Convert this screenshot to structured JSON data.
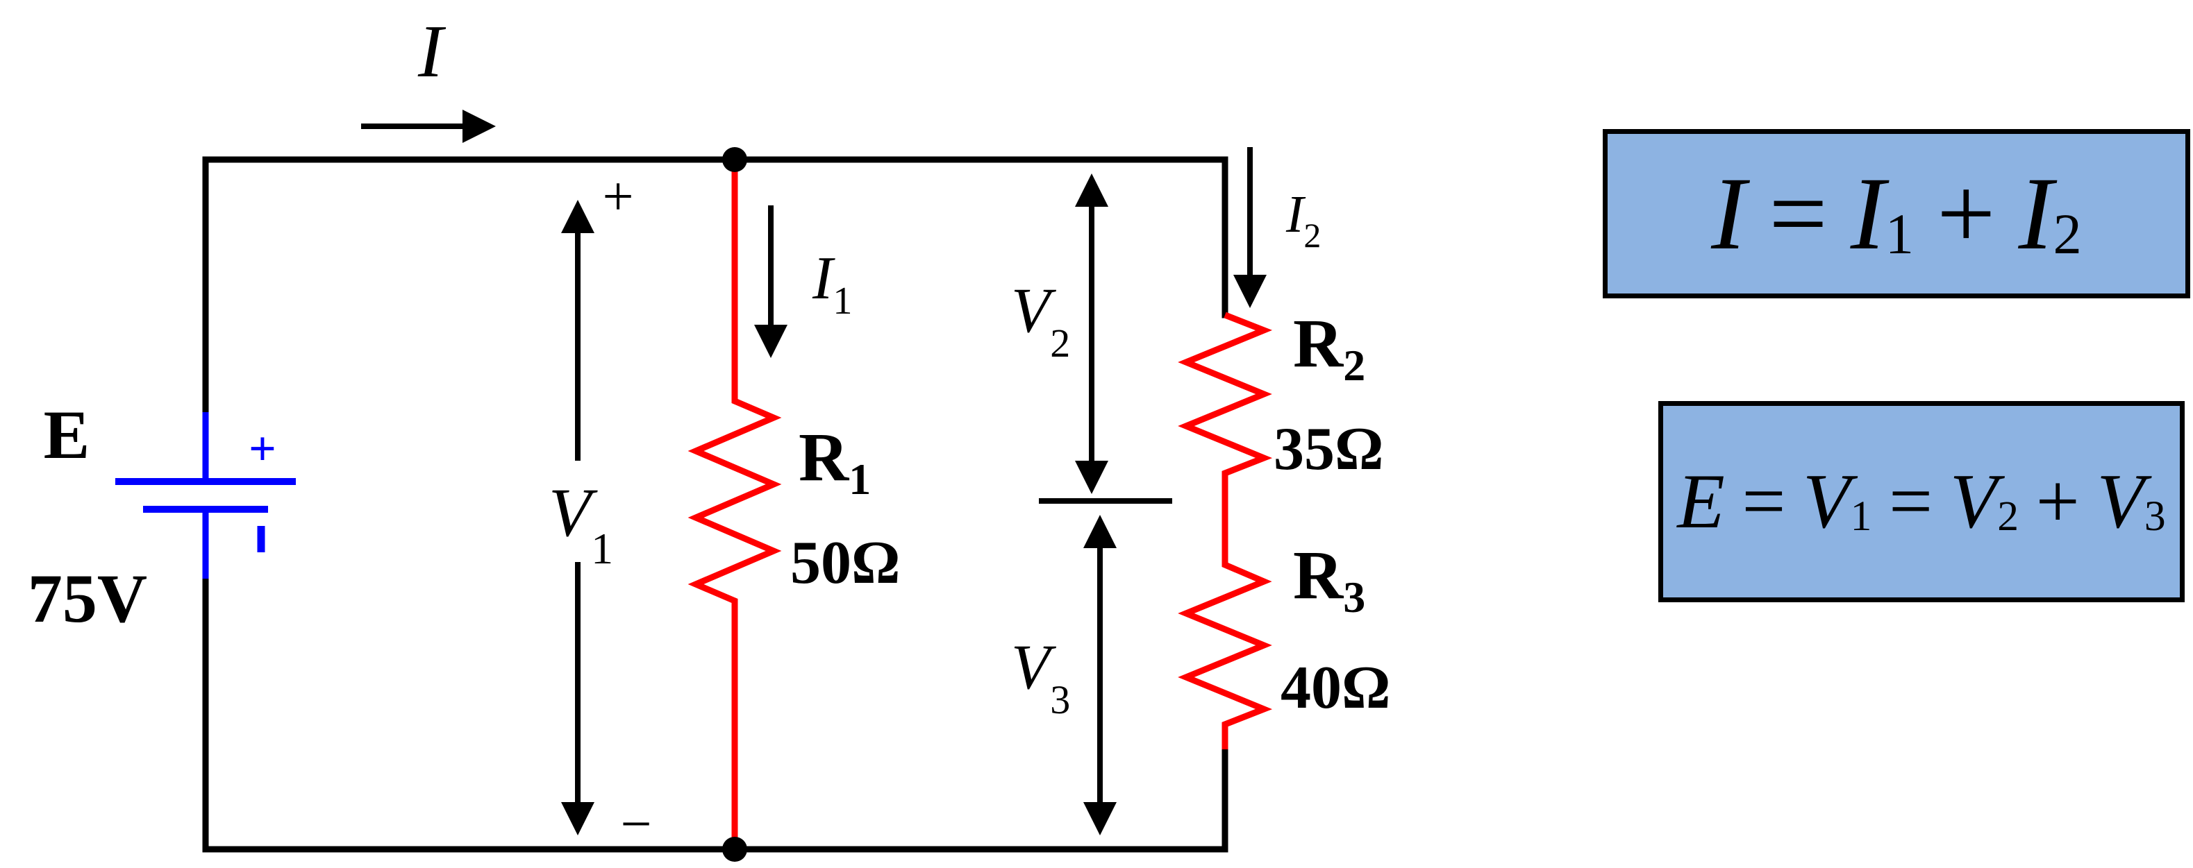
{
  "colors": {
    "wire": "#000000",
    "resistor": "#ff0000",
    "battery": "#0000ff",
    "equation_box_fill": "#8db3e2"
  },
  "source": {
    "label": "E",
    "value": "75V",
    "plus_sign": "+",
    "minus_sign": "-"
  },
  "currents": {
    "total": "I",
    "branch1": {
      "symbol": "I",
      "sub": "1"
    },
    "branch2": {
      "symbol": "I",
      "sub": "2"
    }
  },
  "voltages": {
    "v1": {
      "symbol": "V",
      "sub": "1",
      "plus": "+",
      "minus": "−"
    },
    "v2": {
      "symbol": "V",
      "sub": "2"
    },
    "v3": {
      "symbol": "V",
      "sub": "3"
    }
  },
  "resistors": [
    {
      "name": "R",
      "sub": "1",
      "value": "50Ω"
    },
    {
      "name": "R",
      "sub": "2",
      "value": "35Ω"
    },
    {
      "name": "R",
      "sub": "3",
      "value": "40Ω"
    }
  ],
  "equations": {
    "eq1": {
      "lhs": "I",
      "t1": "I",
      "t1_sub": "1",
      "t2": "I",
      "t2_sub": "2",
      "eq": "=",
      "plus": "+"
    },
    "eq2": {
      "lhs": "E",
      "t1": "V",
      "t1_sub": "1",
      "t2": "V",
      "t2_sub": "2",
      "t3": "V",
      "t3_sub": "3",
      "eq": "=",
      "plus": "+"
    }
  }
}
